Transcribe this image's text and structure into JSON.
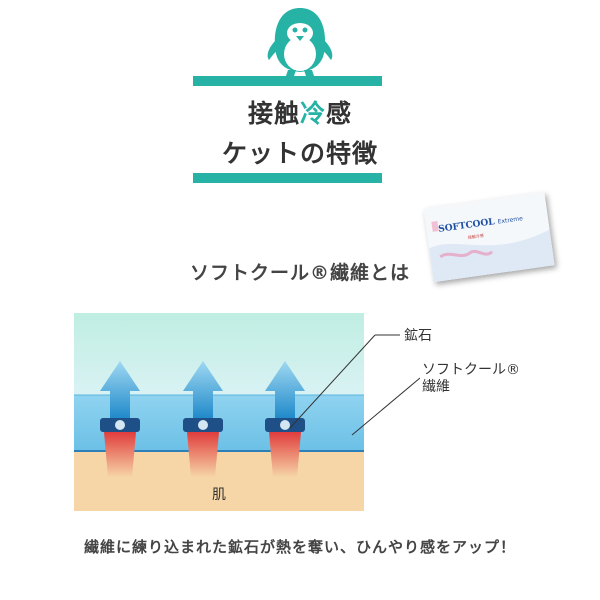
{
  "heading": {
    "line1_part1": "接触",
    "line1_accent": "冷",
    "line1_part2": "感",
    "line2": "ケットの特徴"
  },
  "subtitle": "ソフトクール®繊維とは",
  "product_card": {
    "brand": "SOFTCOOL",
    "edition": "Extreme",
    "sub": "接触冷感"
  },
  "diagram": {
    "skin_label": "肌",
    "callout_mineral": "鉱石",
    "callout_fiber_line1": "ソフトクール®",
    "callout_fiber_line2": "繊維"
  },
  "caption": "繊維に練り込まれた鉱石が熱を奪い、ひんやり感をアップ！",
  "colors": {
    "accent": "#26b3a6",
    "skin": "#f6d5a7",
    "fiber_band": "#7ec8eb",
    "air_top": "#bfeee2",
    "arrow": "#2f9fd9",
    "heat": "#e24a4a"
  },
  "icons": {
    "mascot": "penguin-icon",
    "arrows": "up-arrow-icon"
  }
}
